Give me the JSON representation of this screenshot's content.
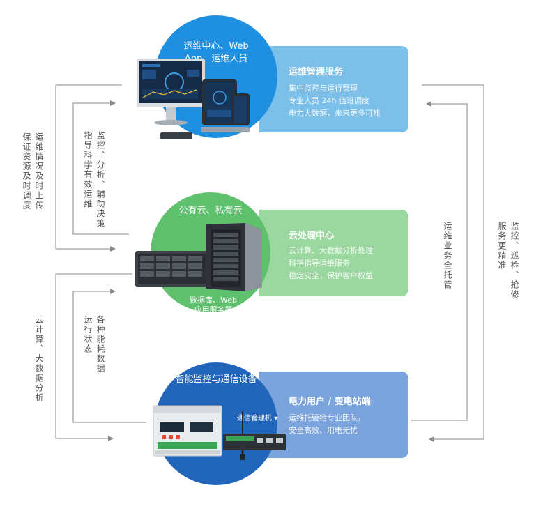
{
  "colors": {
    "blue_circle": "#1f8fe0",
    "green_circle": "#5fc06d",
    "dark_blue_circle": "#2266bb",
    "blue_panel": "#7cc0ea",
    "green_panel": "#9bd89f",
    "dark_blue_panel": "#7ba3dc",
    "line": "#8a8a8a"
  },
  "top": {
    "circle_title_1": "运维中心、Web",
    "circle_title_2": "App、运维人员",
    "panel_title": "运维管理服务",
    "panel_lines": [
      "集中监控与运行管理",
      "专业人员 24h 值班调度",
      "电力大数据，未来更多可能"
    ]
  },
  "middle": {
    "circle_title": "公有云、私有云",
    "circle_caption_1": "数据库、Web",
    "circle_caption_2": "应用服务器",
    "panel_title": "云处理中心",
    "panel_lines": [
      "云计算、大数据分析处理",
      "科学指导运维服务",
      "稳定安全，保护客户权益"
    ]
  },
  "bottom": {
    "circle_title": "智能监控与通信设备",
    "device_label": "通信管理机 ▾",
    "panel_title": "电力用户 / 变电站端",
    "panel_lines": [
      "运维托管给专业团队，",
      "安全高效、用电无忧"
    ]
  },
  "side_labels": {
    "outer_left_top_a": "保证资源及时调度",
    "outer_left_top_b": "运维情况及时上传",
    "inner_left_top_a": "指导科学有效运维",
    "inner_left_top_b": "监控、分析、辅助决策",
    "outer_left_bottom": "云计算、大数据分析",
    "inner_left_bottom_a": "运行状态",
    "inner_left_bottom_b": "各种能耗数据",
    "right_inner": "运维业务全托管",
    "right_outer_a": "服务更精准",
    "right_outer_b": "监控、巡检、抢修"
  }
}
